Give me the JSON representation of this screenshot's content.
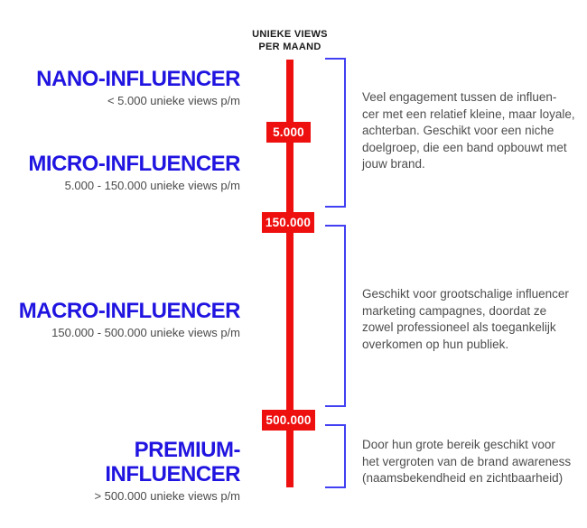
{
  "colors": {
    "tier_blue": "#2014e0",
    "bracket_blue": "#4240f2",
    "axis_red": "#ee0f0f",
    "badge_text_white": "#ffffff",
    "body_gray": "#4d4d4d",
    "heading_black": "#1a1a1a"
  },
  "axis": {
    "heading": "UNIEKE VIEWS\nPER MAAND",
    "thresholds": [
      "5.000",
      "150.000",
      "500.000"
    ]
  },
  "tiers": [
    {
      "name": "NANO-INFLUENCER",
      "range": "< 5.000 unieke views p/m"
    },
    {
      "name": "MICRO-INFLUENCER",
      "range": "5.000 - 150.000 unieke views p/m"
    },
    {
      "name": "MACRO-INFLUENCER",
      "range": "150.000 - 500.000 unieke views p/m"
    },
    {
      "name": "PREMIUM-INFLUENCER",
      "range": "> 500.000 unieke views p/m"
    }
  ],
  "descriptions": [
    {
      "text": "Veel engagement tussen de influen-\ncer met een relatief kleine, maar loyale,\nachterban. Geschikt voor een niche\ndoelgroep, die een band opbouwt met\njouw brand."
    },
    {
      "text": "Geschikt voor grootschalige influencer\nmarketing campagnes, doordat ze\nzowel professioneel als toegankelijk\noverkomen op hun publiek."
    },
    {
      "text": "Door hun grote bereik geschikt voor\nhet vergroten van de brand awareness\n(naamsbekendheid en zichtbaarheid)"
    }
  ]
}
